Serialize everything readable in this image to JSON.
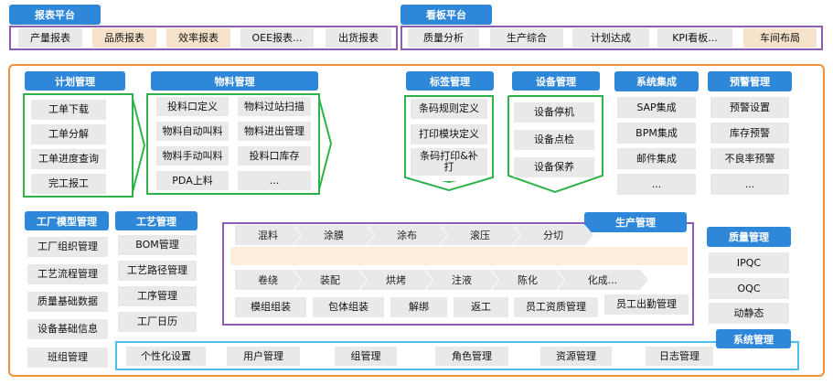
{
  "report_platform": {
    "title": "报表平台",
    "items": [
      "产量报表",
      "品质报表",
      "效率报表",
      "OEE报表...",
      "出货报表"
    ]
  },
  "board_platform": {
    "title": "看板平台",
    "items": [
      "质量分析",
      "生产综合",
      "计划达成",
      "KPI看板...",
      "车间布局"
    ]
  },
  "plan": {
    "title": "计划管理",
    "items": [
      "工单下载",
      "工单分解",
      "工单进度查询",
      "完工报工"
    ]
  },
  "material": {
    "title": "物料管理",
    "items": [
      "投料口定义",
      "物料过站扫描",
      "物料自动叫料",
      "物料进出管理",
      "物料手动叫料",
      "投料口库存",
      "PDA上料",
      "..."
    ]
  },
  "label": {
    "title": "标签管理",
    "items": [
      "条码规则定义",
      "打印模块定义",
      "条码打印&补\n打"
    ]
  },
  "equipment": {
    "title": "设备管理",
    "items": [
      "设备停机",
      "设备点检",
      "设备保养"
    ]
  },
  "system_integration": {
    "title": "系统集成",
    "items": [
      "SAP集成",
      "BPM集成",
      "邮件集成",
      "..."
    ]
  },
  "warning": {
    "title": "预警管理",
    "items": [
      "预警设置",
      "库存预警",
      "不良率预警",
      "..."
    ]
  },
  "factory_model": {
    "title": "工厂模型管理",
    "items": [
      "工厂组织管理",
      "工艺流程管理",
      "质量基础数据",
      "设备基础信息",
      "班组管理"
    ]
  },
  "process": {
    "title": "工艺管理",
    "items": [
      "BOM管理",
      "工艺路径管理",
      "工序管理",
      "工厂日历"
    ]
  },
  "production": {
    "title": "生产管理",
    "row1": [
      "混料",
      "涂膜",
      "涂布",
      "滚压",
      "分切"
    ],
    "row2": [
      "卷绕",
      "装配",
      "烘烤",
      "注液",
      "陈化",
      "化成..."
    ],
    "row3": [
      "模组组装",
      "包体组装",
      "解绑",
      "返工",
      "员工资质管理",
      "员工出勤管理"
    ]
  },
  "quality": {
    "title": "质量管理",
    "items": [
      "IPQC",
      "OQC",
      "动静态"
    ]
  },
  "system_mgmt": {
    "title": "系统管理",
    "items": [
      "个性化设置",
      "用户管理",
      "组管理",
      "角色管理",
      "资源管理",
      "日志管理"
    ]
  },
  "colors": {
    "header": "#2f87d9",
    "cell": "#e9e9e9",
    "peach": "#f7e3cc",
    "purple": "#8e5bb5",
    "orange": "#f0913a",
    "green": "#2db34a",
    "cyan": "#4cc0e8"
  }
}
